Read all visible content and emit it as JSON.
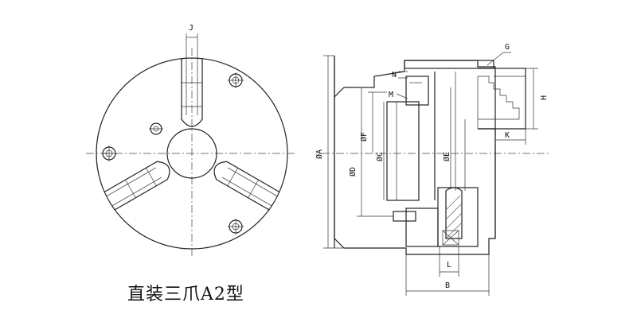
{
  "caption": "直装三爪A2型",
  "dimensions": {
    "J": "J",
    "G": "G",
    "N": "N",
    "M": "M",
    "H": "H",
    "K": "K",
    "A": "ØA",
    "D": "ØD",
    "F": "ØF",
    "C": "ØC",
    "E": "ØE",
    "L": "L",
    "B": "B"
  }
}
